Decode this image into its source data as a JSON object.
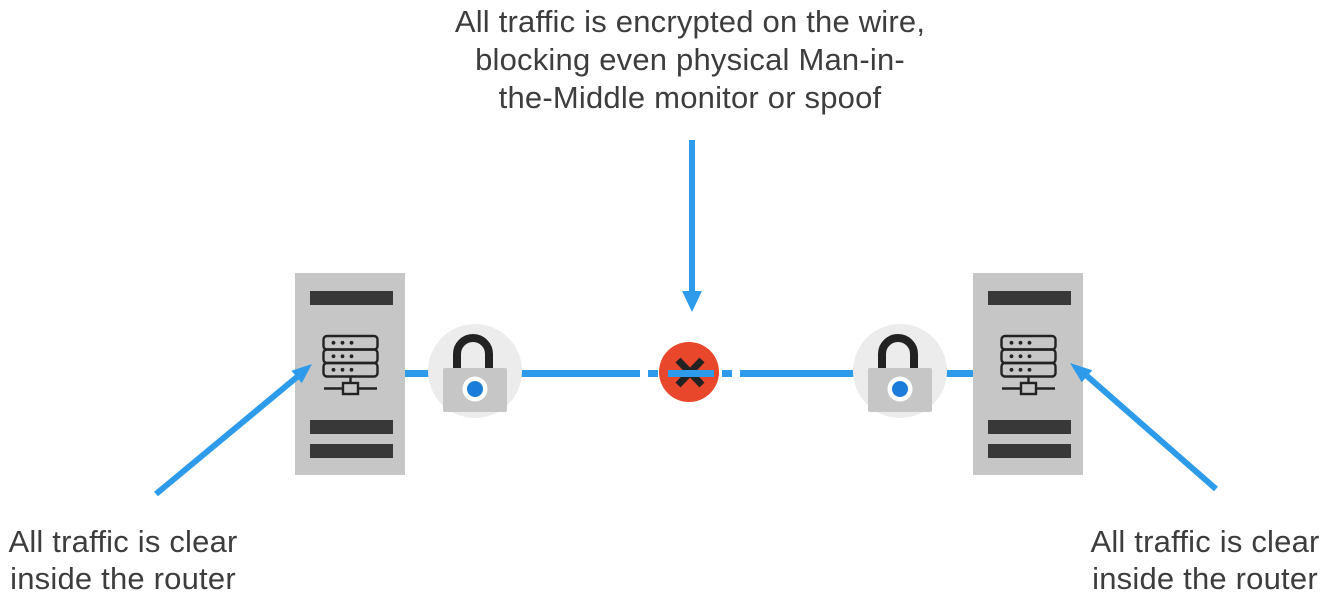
{
  "diagram": {
    "title_hint": "Traffic encryption between two routers with Man-in-the-Middle blocked on the wire"
  },
  "annotations": {
    "encrypted": {
      "lines": [
        "All traffic is encrypted on the wire,",
        "blocking even physical Man-in-",
        "the-Middle monitor or spoof"
      ]
    },
    "left_clear": {
      "lines": [
        "All traffic is clear",
        "inside the router"
      ]
    },
    "right_clear": {
      "lines": [
        "All traffic is clear",
        "inside the router"
      ]
    }
  },
  "icons": {
    "router_left": "server-rack-icon",
    "router_right": "server-rack-icon",
    "lock_left": "padlock-icon",
    "lock_right": "padlock-icon",
    "blocked": "blocked-x-icon",
    "arrow_down": "arrow-down-icon",
    "arrow_left_callout": "arrow-up-right-icon",
    "arrow_right_callout": "arrow-up-left-icon"
  },
  "colors": {
    "accent_blue": "#2E9BEA",
    "keyhole_blue": "#1B7CD9",
    "blocked_red": "#E8472B",
    "device_gray": "#C6C6C6",
    "bar_dark": "#383838",
    "lock_halo_gray": "#ECECEC",
    "lock_body_gray": "#C6C6C6",
    "stroke_dark": "#222222",
    "text_dark": "#3D3D3D",
    "background": "#FFFFFF"
  }
}
